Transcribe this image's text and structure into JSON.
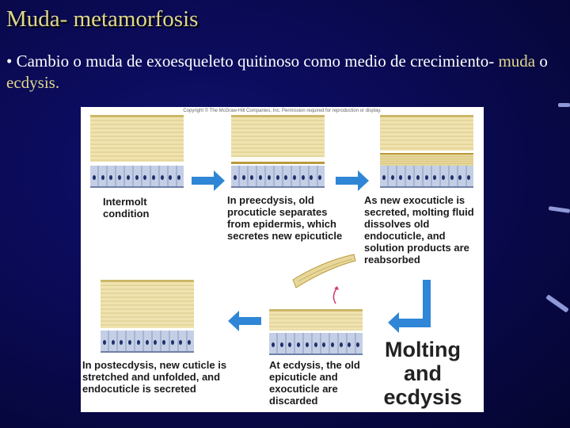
{
  "slide": {
    "title": "Muda- metamorfosis",
    "bullet_part1": "• Cambio o muda de exoesqueleto quitinoso como medio de crecimiento-",
    "bullet_hl1": "muda",
    "bullet_mid": "o",
    "bullet_hl2": "ecdysis."
  },
  "figure": {
    "copyright": "Copyright © The McGraw-Hill Companies, Inc. Permission required for reproduction or display.",
    "label_intermolt": "Intermolt condition",
    "label_preecdysis": "In preecdysis, old procuticle separates from epidermis, which secretes new epicuticle",
    "label_exocuticle": "As new exocuticle is secreted, molting fluid dissolves old endocuticle, and solution products are reabsorbed",
    "label_molting": "Molting and ecdysis",
    "label_ecdysis": "At ecdysis, the old epicuticle and exocuticle are discarded",
    "label_postecdysis": "In postecdysis, new cuticle is stretched and unfolded, and endocuticle is secreted"
  },
  "colors": {
    "title": "#e0d78c",
    "highlight": "#e0d78c",
    "arrow": "#2f86d6",
    "cuticle": "#f0e3b0",
    "epidermis": "#c4cfe6"
  },
  "icons": [
    "right-arrow-icon",
    "down-left-arrow-icon",
    "left-arrow-icon",
    "curved-arrow-icon"
  ]
}
